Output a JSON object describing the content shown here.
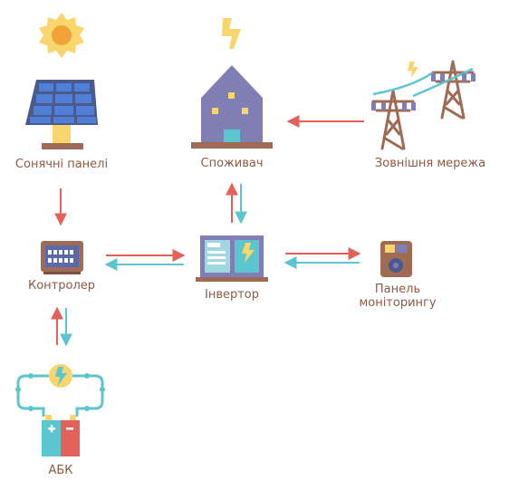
{
  "colors": {
    "label": "#8a5a44",
    "arrow_red": "#e2625a",
    "arrow_blue": "#5cc6cf",
    "panel_blue": "#4f7fd6",
    "sun_yellow": "#f9d56e",
    "sun_orange": "#f3a23a",
    "house": "#7f7fb5",
    "tower": "#a06b55",
    "wire": "#5cc6cf",
    "battery_plus": "#5cc6cf",
    "battery_minus": "#e2625a"
  },
  "nodes": {
    "solar": {
      "label": "Сонячні панелі",
      "icon": "solar-panel-icon"
    },
    "consumer": {
      "label": "Споживач",
      "icon": "house-icon"
    },
    "grid": {
      "label": "Зовнішня мережа",
      "icon": "power-tower-icon"
    },
    "controller": {
      "label": "Контролер",
      "icon": "controller-icon"
    },
    "inverter": {
      "label": "Інвертор",
      "icon": "inverter-icon"
    },
    "monitor": {
      "label_line1": "Панель",
      "label_line2": "моніторингу",
      "icon": "monitor-panel-icon"
    },
    "battery": {
      "label": "АБК",
      "icon": "battery-icon"
    }
  }
}
